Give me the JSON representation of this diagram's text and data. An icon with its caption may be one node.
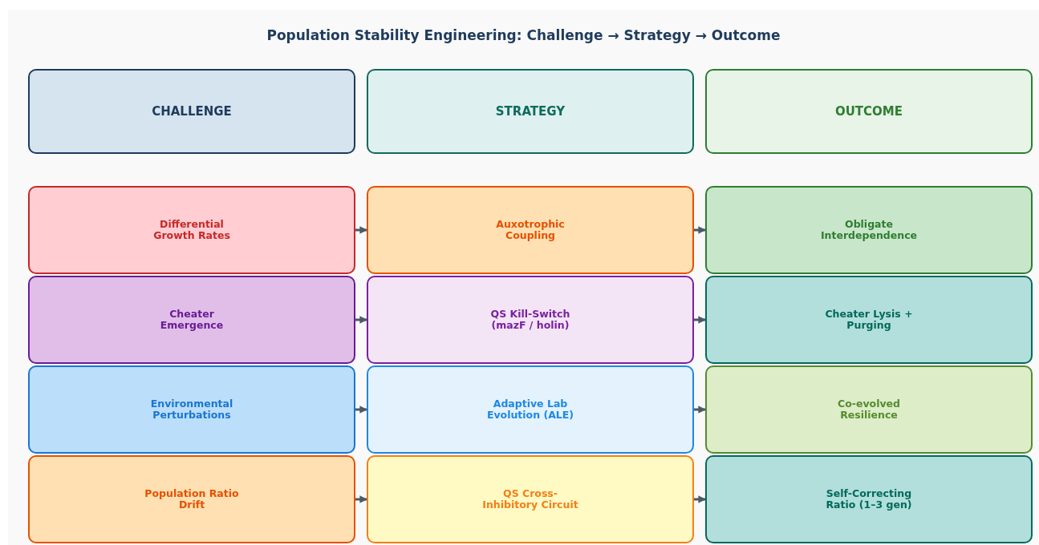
{
  "diagram": {
    "title": "Population Stability Engineering: Challenge → Strategy → Outcome",
    "nodes": [
      {
        "text": [
          "CHALLENGE"
        ]
      },
      {
        "text": [
          "STRATEGY"
        ]
      },
      {
        "text": [
          "OUTCOME"
        ]
      },
      {
        "text": [
          "Differential Growth Rates"
        ]
      },
      {
        "text": [
          "Auxotrophic Coupling"
        ]
      },
      {
        "text": [
          "Obligate Interdependence"
        ]
      },
      {
        "text": [
          "Cheater Emergence"
        ]
      },
      {
        "text": [
          "QS Kill-Switch (mazF / holin)"
        ]
      },
      {
        "text": [
          "Cheater Lysis + Purging"
        ]
      },
      {
        "text": [
          "Environmental Perturbations"
        ]
      },
      {
        "text": [
          "Adaptive Lab Evolution (ALE)"
        ]
      },
      {
        "text": [
          "Co-evolved Resilience"
        ]
      },
      {
        "text": [
          "Population Ratio Drift"
        ]
      },
      {
        "text": [
          "QS Cross- Inhibitory Circuit"
        ]
      },
      {
        "text": [
          "Self-Correcting Ratio (1–3 gen)"
        ]
      }
    ],
    "edges": [
      {
        "from": 3,
        "to": 4,
        "arrow": "to"
      },
      {
        "from": 4,
        "to": 5,
        "arrow": "to"
      },
      {
        "from": 6,
        "to": 7,
        "arrow": "to"
      },
      {
        "from": 7,
        "to": 8,
        "arrow": "to"
      },
      {
        "from": 9,
        "to": 10,
        "arrow": "to"
      },
      {
        "from": 10,
        "to": 11,
        "arrow": "to"
      },
      {
        "from": 12,
        "to": 13,
        "arrow": "to"
      },
      {
        "from": 13,
        "to": 14,
        "arrow": "to"
      }
    ]
  }
}
